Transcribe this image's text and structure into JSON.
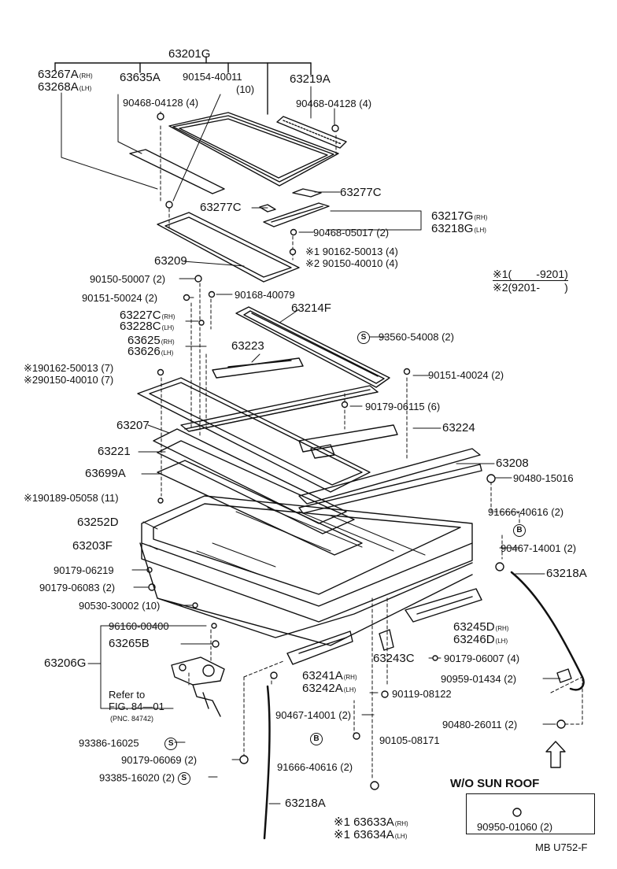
{
  "labels": {
    "l_63201G": "63201G",
    "l_63267A": "63267A",
    "l_63267A_s": "(RH)",
    "l_63268A": "63268A",
    "l_63268A_s": "(LH)",
    "l_63635A": "63635A",
    "l_90154": "90154-40011",
    "l_90154_q": "(10)",
    "l_63219A": "63219A",
    "l_90468a": "90468-04128 (4)",
    "l_90468b": "90468-04128 (4)",
    "l_63277C_a": "63277C",
    "l_63277C_b": "63277C",
    "l_63217G": "63217G",
    "l_63217G_s": "(RH)",
    "l_63218G": "63218G",
    "l_63218G_s": "(LH)",
    "l_90468c": "90468-05017 (2)",
    "l_90162a": "※1 90162-50013 (4)",
    "l_90150a": "※2 90150-40010 (4)",
    "l_63209": "63209",
    "l_90150b": "90150-50007 (2)",
    "l_90168": "90168-40079",
    "l_90151a": "90151-50024 (2)",
    "l_63214F": "63214F",
    "l_63227C": "63227C",
    "l_63227C_s": "(RH)",
    "l_63228C": "63228C",
    "l_63228C_s": "(LH)",
    "l_63625": "63625",
    "l_63625_s": "(RH)",
    "l_63626": "63626",
    "l_63626_s": "(LH)",
    "l_63223": "63223",
    "l_93560": "93560-54008 (2)",
    "l_90162b": "※190162-50013 (7)",
    "l_90150c": "※290150-40010 (7)",
    "l_90151b": "90151-40024 (2)",
    "l_90179a": "90179-06115 (6)",
    "l_63207": "63207",
    "l_63224": "63224",
    "l_63221": "63221",
    "l_63208": "63208",
    "l_63699A": "63699A",
    "l_90480a": "90480-15016",
    "l_90189": "※190189-05058 (11)",
    "l_91666a": "91666-40616 (2)",
    "l_63252D": "63252D",
    "l_90467a": "90467-14001 (2)",
    "l_63203F": "63203F",
    "l_63218A_a": "63218A",
    "l_90179b": "90179-06219",
    "l_90179c": "90179-06083 (2)",
    "l_90530": "90530-30002 (10)",
    "l_63245D": "63245D",
    "l_63245D_s": "(RH)",
    "l_63246D": "63246D",
    "l_63246D_s": "(LH)",
    "l_96160": "96160-00400",
    "l_63265B": "63265B",
    "l_90179d": "90179-06007 (4)",
    "l_63243C": "63243C",
    "l_63206G": "63206G",
    "l_63241A": "63241A",
    "l_63241A_s": "(RH)",
    "l_63242A": "63242A",
    "l_63242A_s": "(LH)",
    "l_90959": "90959-01434 (2)",
    "l_90119": "90119-08122",
    "l_refer1": "Refer to",
    "l_refer2": "FIG. 84—01",
    "l_refer3": "(PNC. 84742)",
    "l_90467b": "90467-14001 (2)",
    "l_90480b": "90480-26011 (2)",
    "l_93386": "93386-16025",
    "l_90105": "90105-08171",
    "l_90179e": "90179-06069 (2)",
    "l_91666b": "91666-40616 (2)",
    "l_wo": "W/O SUN ROOF",
    "l_93385": "93385-16020 (2)",
    "l_63218A_b": "63218A",
    "l_90950": "90950-01060 (2)",
    "l_63633A": "※1 63633A",
    "l_63633A_s": "(RH)",
    "l_63634A": "※1 63634A",
    "l_63634A_s": "(LH)",
    "l_mb": "MB U752-F"
  },
  "legend": {
    "line1": "※1(        -9201)",
    "line2": "※2(9201-        )"
  },
  "symbols": {
    "S": "S",
    "B": "B"
  }
}
